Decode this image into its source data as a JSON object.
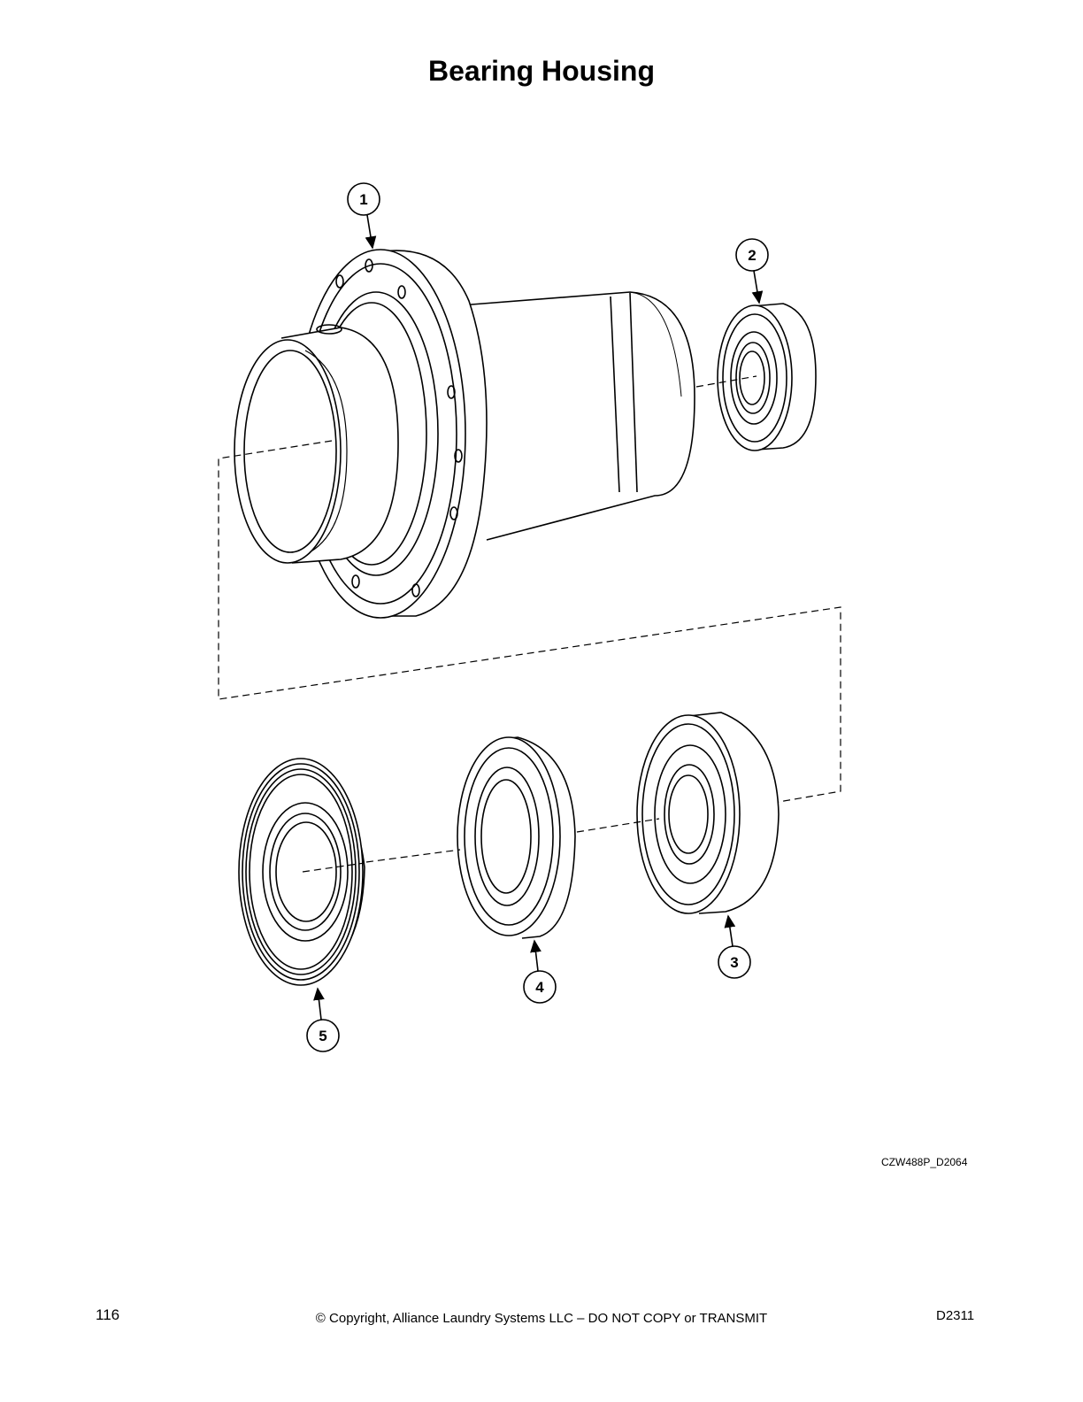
{
  "page_title": "Bearing Housing",
  "callouts": [
    "1",
    "2",
    "3",
    "4",
    "5"
  ],
  "figure_id": "CZW488P_D2064",
  "footer": {
    "page_number": "116",
    "copyright": "© Copyright, Alliance Laundry Systems LLC – DO NOT COPY or TRANSMIT",
    "doc_code": "D2311"
  }
}
